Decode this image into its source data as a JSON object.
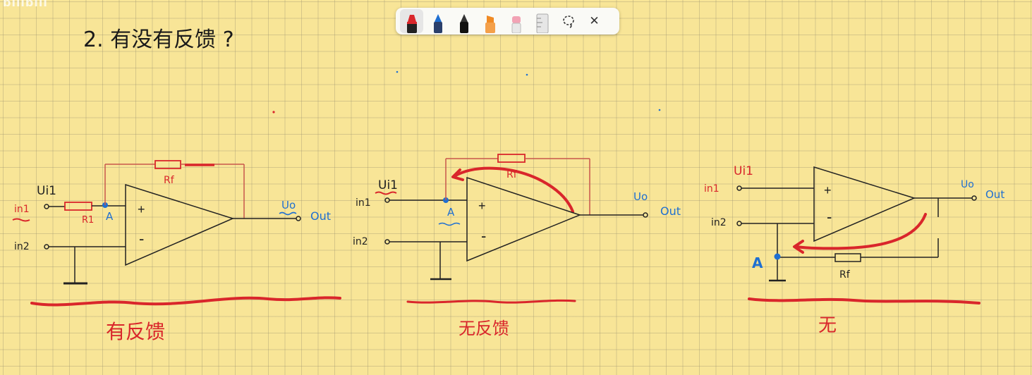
{
  "watermark": "bilibili",
  "toolbar": {
    "tools": [
      {
        "name": "red-marker",
        "color": "#d9262b"
      },
      {
        "name": "blue-pen",
        "color": "#1f6fd1"
      },
      {
        "name": "black-pen",
        "color": "#222222"
      },
      {
        "name": "orange-highlighter",
        "color": "#f08a24"
      },
      {
        "name": "pink-eraser",
        "color": "#f2a3b5"
      },
      {
        "name": "ruler",
        "color": "#d8d8d8"
      }
    ],
    "lasso_icon": "lasso-icon",
    "close_glyph": "✕"
  },
  "heading": "2. 有没有反馈 ?",
  "circuits": [
    {
      "labels": {
        "ui1": "Ui1",
        "in1": "in1",
        "in2": "in2",
        "r1": "R1",
        "node": "A",
        "rf": "Rf",
        "uo": "Uo",
        "out": "Out",
        "plus": "+",
        "minus": "-"
      },
      "conclusion": "有反馈"
    },
    {
      "labels": {
        "ui1": "Ui1",
        "in1": "in1",
        "in2": "in2",
        "node": "A",
        "rf": "Rf",
        "uo": "Uo",
        "out": "Out",
        "plus": "+",
        "minus": "-"
      },
      "conclusion": "无反馈"
    },
    {
      "labels": {
        "ui1": "Ui1",
        "in1": "in1",
        "in2": "in2",
        "node": "A",
        "rf": "Rf",
        "uo": "Uo",
        "out": "Out",
        "plus": "+",
        "minus": "-"
      },
      "conclusion": "无"
    }
  ],
  "colors": {
    "red": "#d9262b",
    "blue": "#1f6fd1",
    "ink": "#222222",
    "pale_red": "#c8564c"
  }
}
